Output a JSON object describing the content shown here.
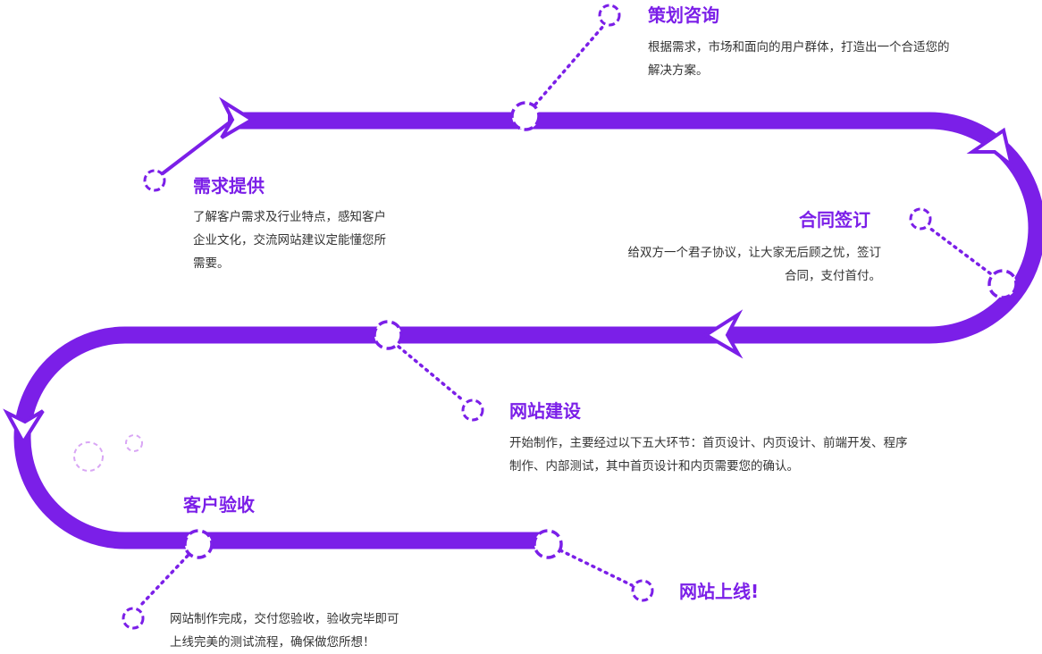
{
  "colors": {
    "accent": "#7b1fe8",
    "light_accent": "#d9a6f5",
    "text": "#333333",
    "background": "#ffffff"
  },
  "steps": [
    {
      "title": "需求提供",
      "desc_lines": [
        "了解客户需求及行业特点，感知客户",
        "企业文化，交流网站建议定能懂您所",
        "需要。"
      ]
    },
    {
      "title": "策划咨询",
      "desc_lines": [
        "根据需求，市场和面向的用户群体，打造出一个合适您的",
        "解决方案。"
      ]
    },
    {
      "title": "合同签订",
      "desc_lines": [
        "给双方一个君子协议，让大家无后顾之忧，签订",
        "合同，支付首付。"
      ]
    },
    {
      "title": "网站建设",
      "desc_lines": [
        "开始制作，主要经过以下五大环节：首页设计、内页设计、前端开发、程序",
        "制作、内部测试，其中首页设计和内页需要您的确认。"
      ]
    },
    {
      "title": "客户验收",
      "desc_lines": [
        "网站制作完成，交付您验收，验收完毕即可",
        "上线完美的测试流程，确保做您所想！"
      ]
    },
    {
      "title": "网站上线!",
      "desc_lines": []
    }
  ]
}
